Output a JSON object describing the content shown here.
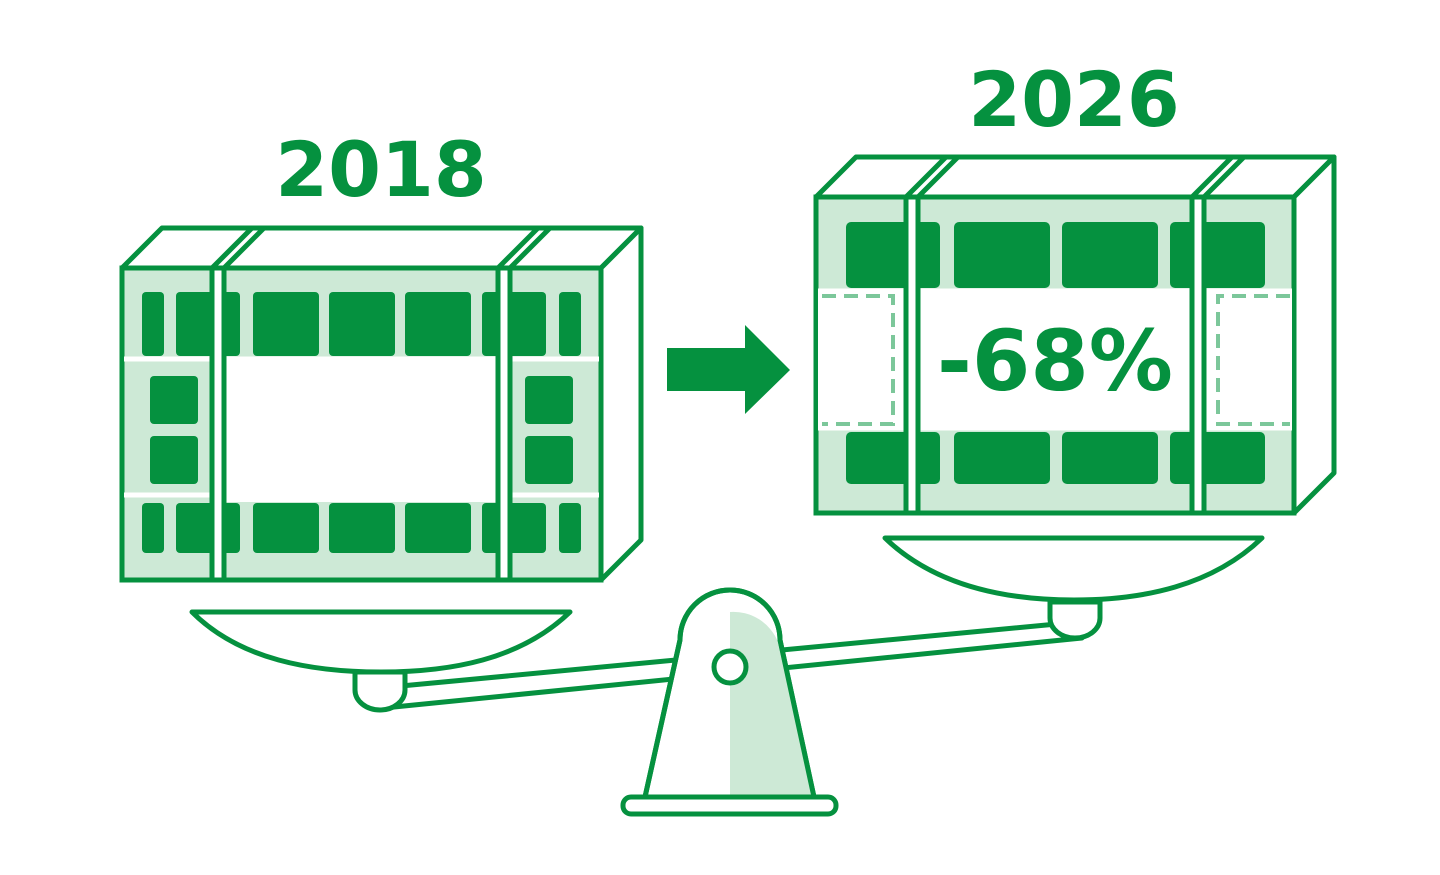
{
  "labels": {
    "year_left": "2018",
    "year_right": "2026",
    "change": "-68%"
  },
  "colors": {
    "primary": "#05913f",
    "light": "#cde9d6",
    "dashed": "#7cc79a",
    "background": "#ffffff"
  }
}
